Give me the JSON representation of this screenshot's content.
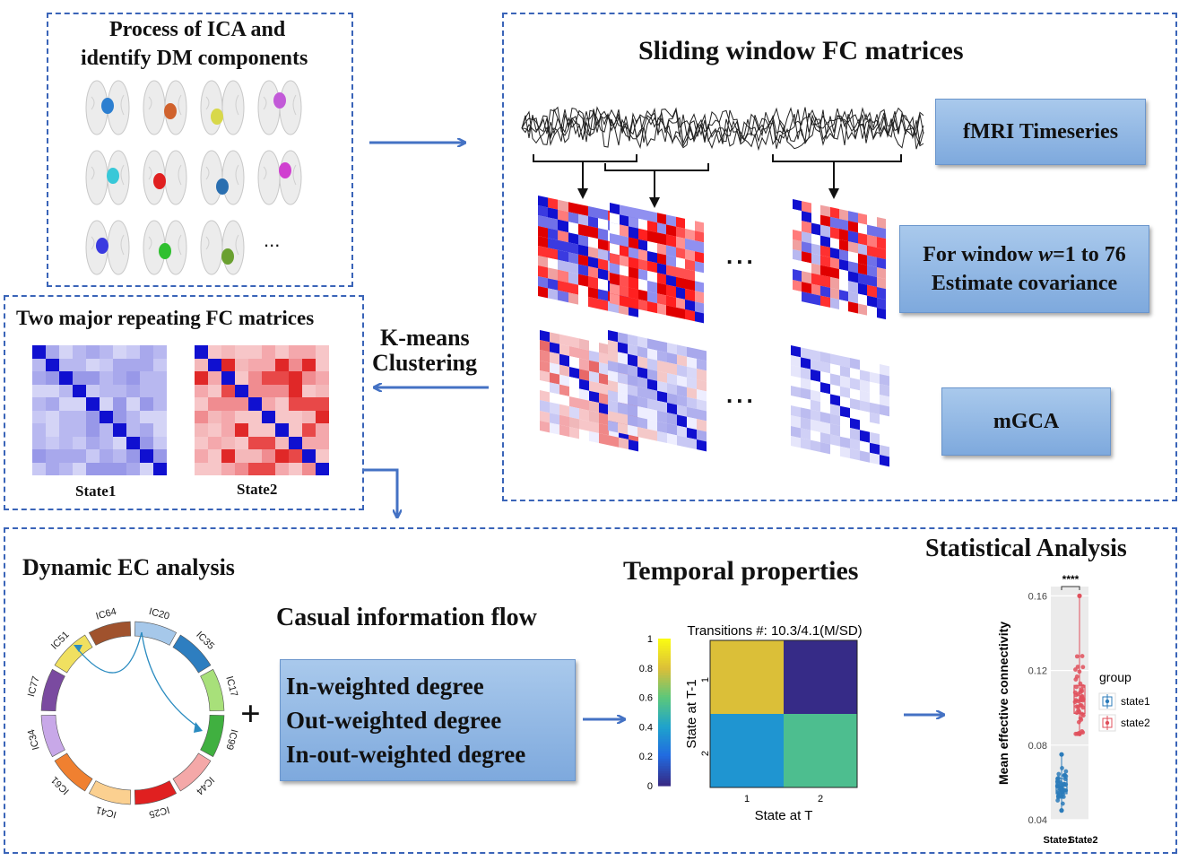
{
  "ica_panel": {
    "title_line1": "Process of ICA and",
    "title_line2": "identify DM components",
    "ellipsis": "..."
  },
  "sliding_panel": {
    "title": "Sliding window FC matrices",
    "box_timeseries": "fMRI Timeseries",
    "box_window_line1": "For window ",
    "box_window_var": "w",
    "box_window_rest": "=1 to 76",
    "box_window_line2": "Estimate covariance",
    "box_mgca": "mGCA",
    "ellipsis": "..."
  },
  "kmeans": {
    "line1": "K-means",
    "line2": "Clustering"
  },
  "states_panel": {
    "title": "Two major repeating FC matrices",
    "state1": "State1",
    "state2": "State2"
  },
  "bottom_panel": {
    "dynamic_title": "Dynamic EC analysis",
    "casual_title": "Casual information flow",
    "temporal_title": "Temporal properties",
    "stat_title": "Statistical Analysis",
    "plus": "+",
    "degrees": [
      "In-weighted degree",
      "Out-weighted degree",
      "In-out-weighted degree"
    ],
    "circle_labels": [
      "IC64",
      "IC20",
      "IC35",
      "IC17",
      "IC99",
      "IC44",
      "IC25",
      "IC41",
      "IC61",
      "IC34",
      "IC77",
      "IC51"
    ]
  },
  "colors": {
    "panel_border": "#3a64b8",
    "arrow": "#4472c4",
    "box_fill": "#8fb4e2"
  },
  "chart_data": [
    {
      "type": "heatmap",
      "title": "Transitions #: 10.3/4.1(M/SD)",
      "xlabel": "State at T",
      "ylabel": "State at T-1",
      "x": [
        "1",
        "2"
      ],
      "y": [
        "1",
        "2"
      ],
      "values": [
        [
          0.8,
          0.0
        ],
        [
          0.35,
          0.55
        ]
      ],
      "colorbar_ticks": [
        "0",
        "0.2",
        "0.4",
        "0.6",
        "0.8",
        "1"
      ]
    },
    {
      "type": "scatter",
      "title": "",
      "ylabel": "Mean effective connectivity",
      "categories": [
        "State1",
        "State2"
      ],
      "yticks": [
        "0.04",
        "0.08",
        "0.12",
        "0.16"
      ],
      "ylim": [
        0.04,
        0.165
      ],
      "significance": "****",
      "legend_title": "group",
      "series": [
        {
          "name": "state1",
          "color": "#2b7bba",
          "median": 0.058,
          "q1": 0.054,
          "q3": 0.062,
          "min": 0.045,
          "max": 0.075
        },
        {
          "name": "state2",
          "color": "#e0505c",
          "median": 0.104,
          "q1": 0.097,
          "q3": 0.112,
          "min": 0.086,
          "max": 0.16
        }
      ]
    }
  ]
}
